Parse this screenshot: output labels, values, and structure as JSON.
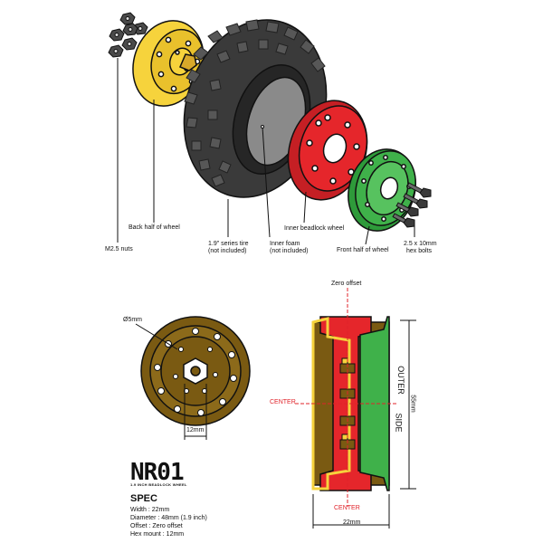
{
  "labels": {
    "back_half": "Back half of wheel",
    "m25_nuts": "M2.5 nuts",
    "tire_line1": "1.9\" series tire",
    "tire_line2": "(not included)",
    "foam_line1": "Inner foam",
    "foam_line2": "(not included)",
    "beadlock": "Inner beadlock wheel",
    "front_half": "Front half of wheel",
    "bolts_line1": "2.5 x 10mm",
    "bolts_line2": "hex bolts"
  },
  "front_view": {
    "hole_label": "Ø5mm",
    "hex_label": "12mm"
  },
  "section_view": {
    "zero_offset": "Zero offset",
    "center_left": "CENTER",
    "center_bottom": "CENTER",
    "outer": "OUTER",
    "side": "SIDE",
    "height_label": "55mm",
    "width_label": "22mm"
  },
  "logo": {
    "name": "NR01",
    "subtitle": "1.9 INCH BEADLOCK WHEEL"
  },
  "spec": {
    "title": "SPEC",
    "width": "Width : 22mm",
    "diameter": "Diameter : 48mm (1.9 inch)",
    "offset": "Offset : Zero offset",
    "hex": "Hex mount : 12mm"
  },
  "colors": {
    "yellow": "#f6d33c",
    "red": "#e5262b",
    "green": "#3fb14a",
    "brown": "#7a5a12",
    "tire": "#3a3a3a",
    "outline": "#111111"
  }
}
